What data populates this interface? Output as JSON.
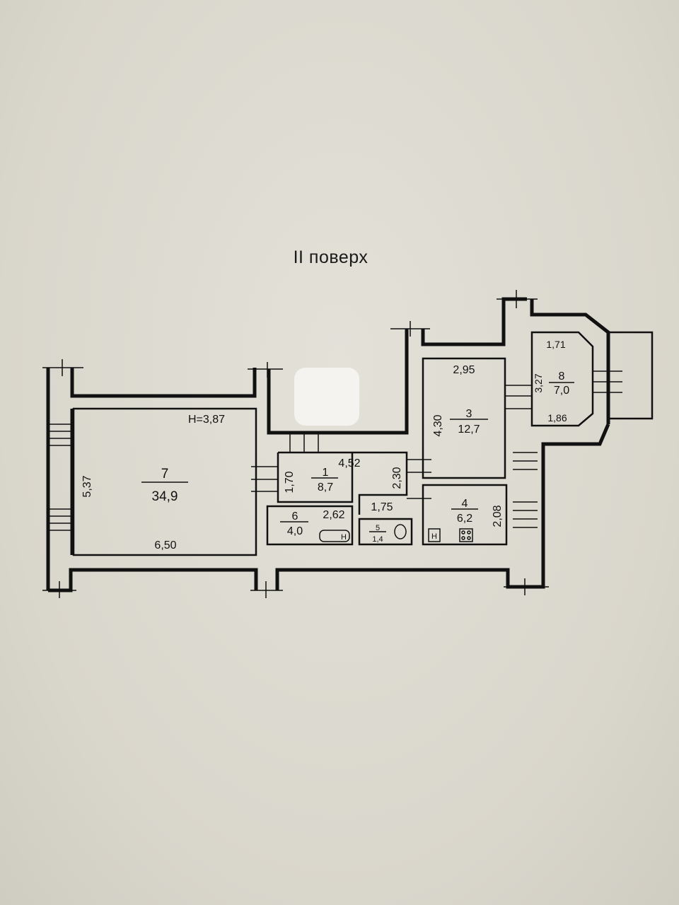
{
  "title": "II поверх",
  "rooms": [
    {
      "id": "7",
      "number": "7",
      "area": "34,9"
    },
    {
      "id": "1",
      "number": "1",
      "area": "8,7"
    },
    {
      "id": "3",
      "number": "3",
      "area": "12,7"
    },
    {
      "id": "4",
      "number": "4",
      "area": "6,2"
    },
    {
      "id": "5",
      "number": "5",
      "area": "1,4"
    },
    {
      "id": "6",
      "number": "6",
      "area": "4,0"
    },
    {
      "id": "8",
      "number": "8",
      "area": "7,0"
    }
  ],
  "dimensions": {
    "ceiling_height": "Н=3,87",
    "room7_length": "6,50",
    "room7_width": "5,37",
    "room1_length": "4,52",
    "room1_width": "1,70",
    "room1_side": "2,30",
    "room6_length": "2,62",
    "room5_length": "1,75",
    "room3_length": "2,95",
    "room3_width": "4,30",
    "room4_width": "2,08",
    "room8_top": "1,71",
    "room8_side": "3,27",
    "room8_bottom": "1,86"
  },
  "fixtures": {
    "bath_mark": "H",
    "sink_mark": "H"
  }
}
